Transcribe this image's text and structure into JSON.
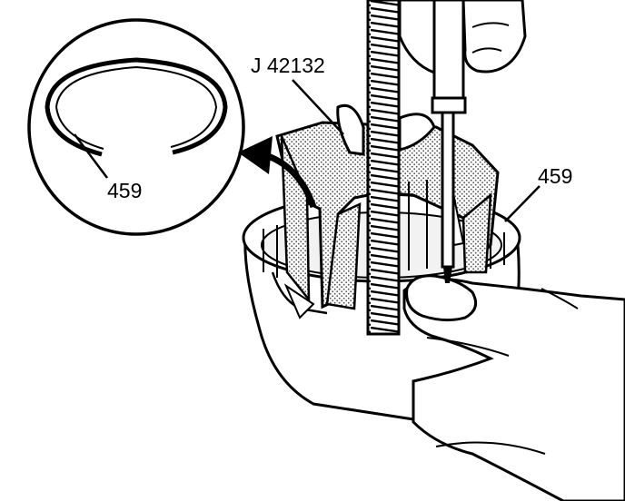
{
  "callouts": {
    "tool_label": "J 42132",
    "detail_part_label": "459",
    "assembly_part_label": "459"
  },
  "colors": {
    "line": "#000000",
    "paper": "#ffffff",
    "tool_stipple": "#cfcfcf",
    "shade": "#dedede"
  }
}
